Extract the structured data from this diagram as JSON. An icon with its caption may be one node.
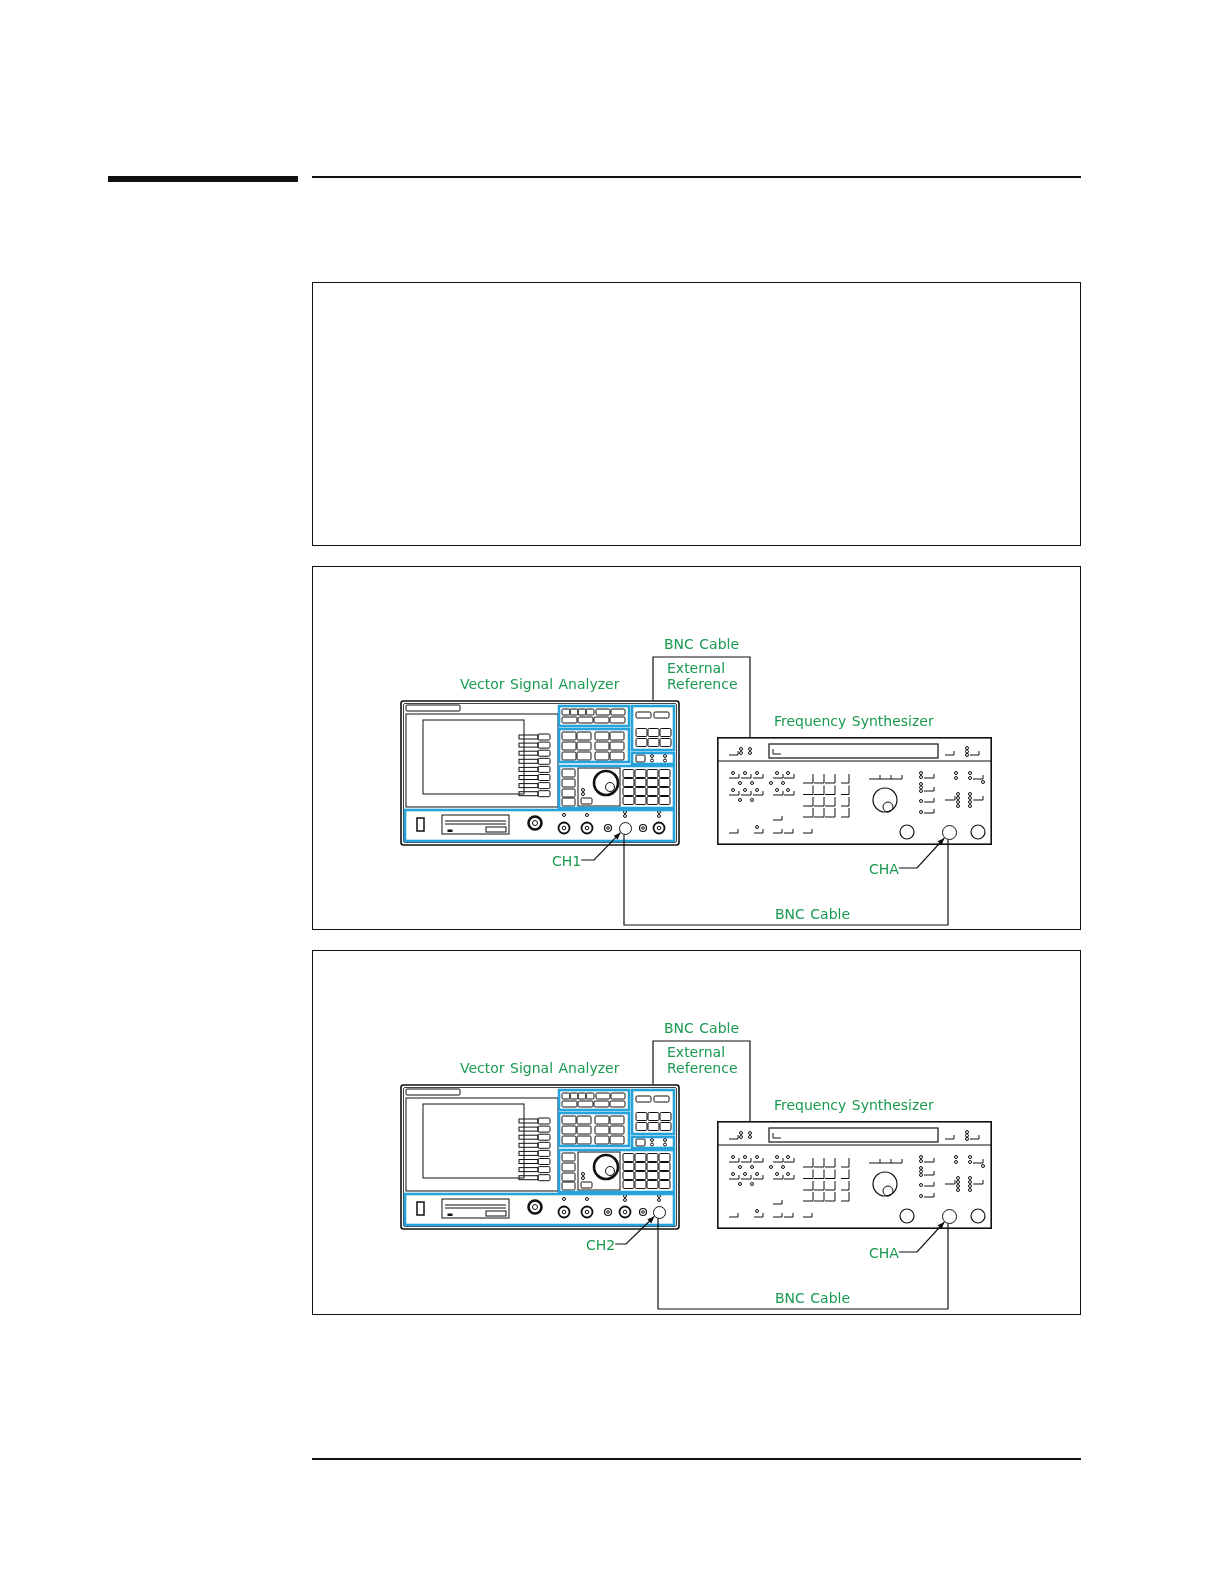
{
  "diagram": {
    "nodes": [
      {
        "text": [],
        "shape": "box"
      },
      {
        "text": [],
        "shape": "box"
      },
      {
        "text": [
          "Vector Signal Analyzer"
        ],
        "in": 1
      },
      {
        "text": [
          "Frequency Synthesizer"
        ],
        "in": 1
      },
      {
        "text": [],
        "shape": "circle",
        "in": 2
      },
      {
        "text": [],
        "shape": "circle",
        "in": 3
      },
      {
        "text": [
          "CH1"
        ],
        "in": 1
      },
      {
        "text": [
          "CHA"
        ],
        "in": 1
      },
      {
        "text": [],
        "shape": "box"
      },
      {
        "text": [
          "Vector Signal Analyzer"
        ],
        "in": 8
      },
      {
        "text": [
          "Frequency Synthesizer"
        ],
        "in": 8
      },
      {
        "text": [],
        "shape": "circle",
        "in": 9
      },
      {
        "text": [],
        "shape": "circle",
        "in": 10
      },
      {
        "text": [
          "CH2"
        ],
        "in": 8
      },
      {
        "text": [
          "CHA"
        ],
        "in": 8
      }
    ],
    "edges": [
      {
        "from": 2,
        "to": 3,
        "arrow": "none",
        "label": "BNC Cable"
      },
      {
        "from": 6,
        "to": 4,
        "arrow": "to"
      },
      {
        "from": 7,
        "to": 5,
        "arrow": "to"
      },
      {
        "from": 4,
        "to": 5,
        "arrow": "none",
        "label": "BNC Cable"
      },
      {
        "from": 9,
        "to": 10,
        "arrow": "none",
        "label": "BNC Cable"
      },
      {
        "from": 13,
        "to": 11,
        "arrow": "to"
      },
      {
        "from": 14,
        "to": 12,
        "arrow": "to"
      },
      {
        "from": 11,
        "to": 12,
        "arrow": "none",
        "label": "BNC Cable"
      }
    ],
    "labels": [
      "External Reference",
      "External Reference"
    ]
  }
}
